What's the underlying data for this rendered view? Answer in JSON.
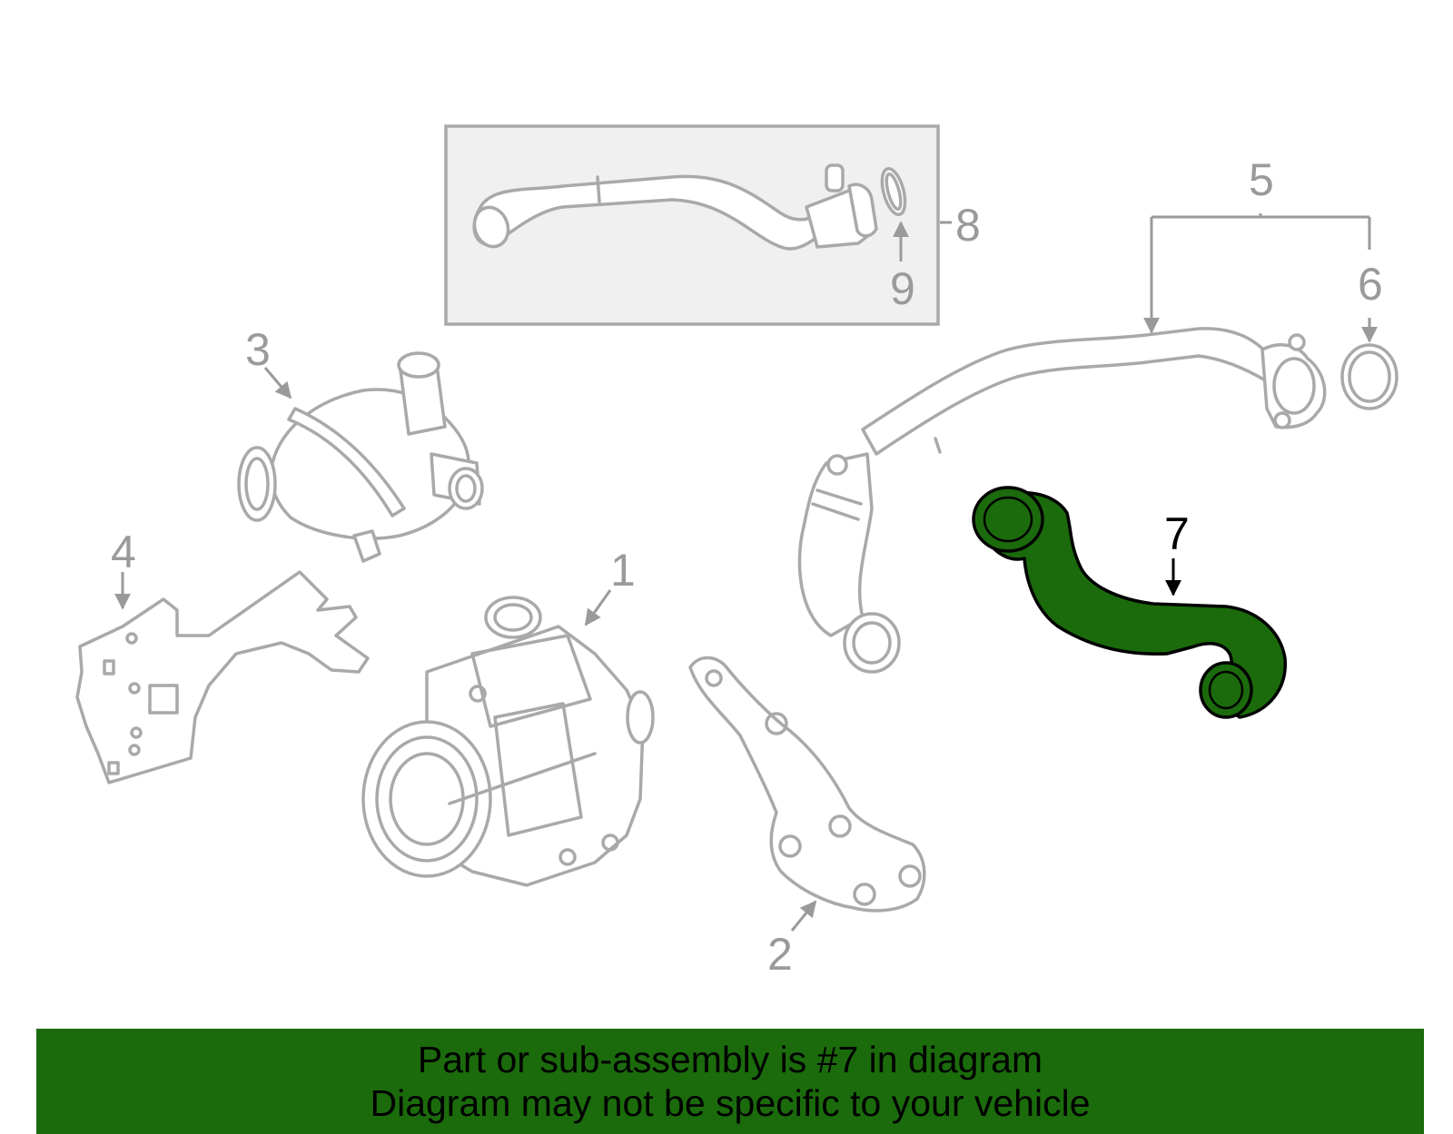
{
  "diagram": {
    "highlighted_part": "7",
    "highlight_color": "#1b6b0c",
    "line_color": "#a9a9a9",
    "callouts": {
      "c1": "1",
      "c2": "2",
      "c3": "3",
      "c4": "4",
      "c5": "5",
      "c6": "6",
      "c7": "7",
      "c8": "8",
      "c9": "9"
    }
  },
  "banner": {
    "line1": "Part or sub-assembly is #7 in diagram",
    "line2": "Diagram may not be specific to your vehicle",
    "background": "#1b6b0c"
  }
}
